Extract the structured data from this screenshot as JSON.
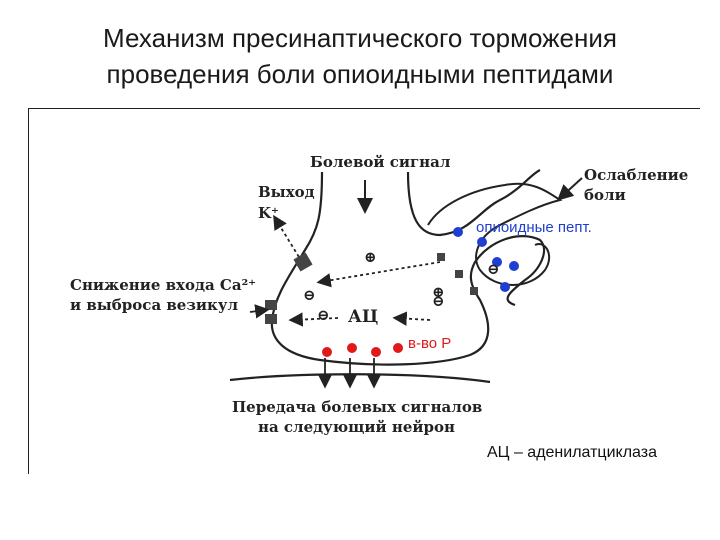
{
  "title": {
    "line1": "Механизм пресинаптического торможения",
    "line2": "проведения боли опиоидными пептидами"
  },
  "labels": {
    "pain_signal": "Болевой сигнал",
    "k_exit_1": "Выход",
    "k_exit_2": "K⁺",
    "weakening_1": "Ослабление",
    "weakening_2": "боли",
    "opioid": "опиоидные пепт.",
    "ca_1": "Снижение входа Ca²⁺",
    "ca_2": "и выброса везикул",
    "ac": "АЦ",
    "substance_p": "в-во Р",
    "transmission_1": "Передача болевых сигналов",
    "transmission_2": "на следующий нейрон",
    "plus": "⊕",
    "minus": "⊖"
  },
  "footnote": "АЦ – аденилатциклаза",
  "colors": {
    "opioid": "#1f3fd0",
    "substance_p": "#e01a1a",
    "line": "#222222"
  }
}
